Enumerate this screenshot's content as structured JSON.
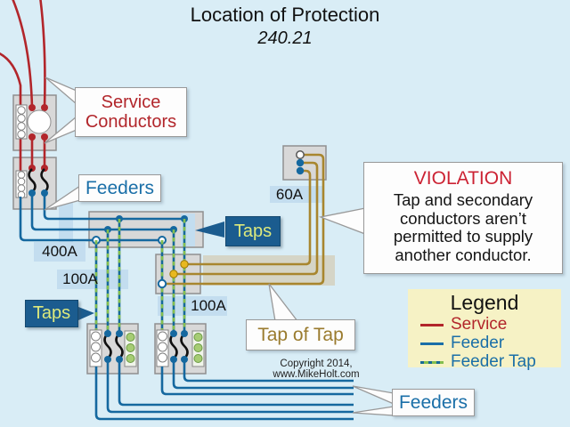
{
  "title": {
    "line1": "Location of Protection",
    "line2": "240.21"
  },
  "callouts": {
    "service_conductors": "Service Conductors",
    "feeders_top": "Feeders",
    "taps_right": "Taps",
    "taps_left": "Taps",
    "tap_of_tap": "Tap of Tap",
    "feeders_bottom": "Feeders"
  },
  "ratings": {
    "main_feeder": "400A",
    "tap_left": "100A",
    "tap_right": "100A",
    "tap_of_tap": "60A"
  },
  "violation": {
    "title": "VIOLATION",
    "body": "Tap and secondary conductors aren’t permitted to supply another conductor."
  },
  "legend": {
    "title": "Legend",
    "items": [
      {
        "label": "Service",
        "color": "#b2262b",
        "style": "solid"
      },
      {
        "label": "Feeder",
        "color": "#1a6fa8",
        "style": "solid"
      },
      {
        "label": "Feeder Tap",
        "color": "#84bf4f",
        "style": "dashed"
      }
    ]
  },
  "copyright": "Copyright 2014, www.MikeHolt.com",
  "colors": {
    "background": "#d9edf6",
    "service_red": "#b2262b",
    "feeder_blue": "#15689f",
    "feeder_tap_green": "#84bf4f",
    "tap_of_tap_tan": "#a8862e",
    "highlight_blue": "#c3ddef",
    "highlight_gray": "#d5d5c7",
    "panel_gray": "#d8d8d8",
    "violation_red": "#cc2233",
    "legend_bg": "#f6f2c5",
    "taps_box_blue": "#1b5c8f",
    "taps_text": "#dde97c"
  }
}
